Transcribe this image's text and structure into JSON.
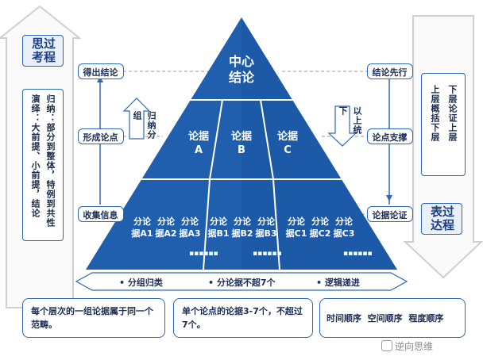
{
  "left_panel": {
    "heading": "思过考程",
    "col1": "归纳：部分到整体，特例到共性",
    "col2": "演绎：大前提、小前提，结论"
  },
  "right_panel": {
    "heading": "表过达程",
    "col1": "下层论证上层",
    "col2": "上层概括下层"
  },
  "left_labels": {
    "top": "得出结论",
    "middle": "形成论点",
    "bottom": "收集信息"
  },
  "right_labels": {
    "top": "结论先行",
    "middle": "论点支撑",
    "bottom": "论据论证"
  },
  "pyramid": {
    "top": "中心\n结论",
    "middle": [
      "论据\nA",
      "论据\nB",
      "论据\nC"
    ],
    "bottom": [
      "分论\n据A1",
      "分论\n据A2",
      "分论\n据A3",
      "分论\n据B1",
      "分论\n据B2",
      "分论\n据B3",
      "分论\n据C1",
      "分论\n据C2",
      "分论\n据C3"
    ],
    "left_arrow": "归纳分组",
    "right_arrow": "以上统下"
  },
  "base_bar": {
    "items": [
      "• 分组归类",
      "• 分论据不超7个",
      "• 逻辑递进"
    ]
  },
  "bottom_boxes": [
    "每个层次的一组论据属于同一个范畴。",
    "单个论点的论据3-7个，不超过7个。",
    "时间顺序  空间顺序  程度顺序"
  ],
  "watermark": "逆向思维",
  "colors": {
    "pyramid_blue": "#1f5fae",
    "accent": "#2e68b8",
    "arrow_gray": "#d6d6d6"
  }
}
